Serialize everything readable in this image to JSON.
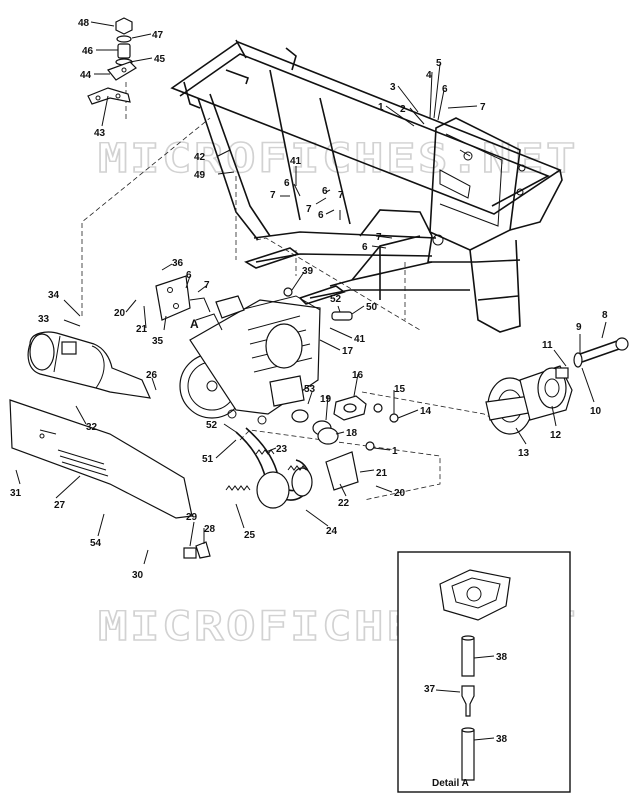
{
  "watermark_top": "MICROFICHES.NET",
  "watermark_bottom": "MICROFICHES.NET",
  "detail_caption": "Detail A",
  "detail_ref": "A",
  "callouts": [
    {
      "id": "c48",
      "label": "48"
    },
    {
      "id": "c47",
      "label": "47"
    },
    {
      "id": "c46",
      "label": "46"
    },
    {
      "id": "c45",
      "label": "45"
    },
    {
      "id": "c44",
      "label": "44"
    },
    {
      "id": "c43",
      "label": "43"
    },
    {
      "id": "c3",
      "label": "3"
    },
    {
      "id": "c4",
      "label": "4"
    },
    {
      "id": "c5",
      "label": "5"
    },
    {
      "id": "c6a",
      "label": "6"
    },
    {
      "id": "c7a",
      "label": "7"
    },
    {
      "id": "c1a",
      "label": "1"
    },
    {
      "id": "c2",
      "label": "2"
    },
    {
      "id": "c42",
      "label": "42"
    },
    {
      "id": "c49",
      "label": "49"
    },
    {
      "id": "c41a",
      "label": "41"
    },
    {
      "id": "c7b",
      "label": "7"
    },
    {
      "id": "c6b",
      "label": "6"
    },
    {
      "id": "c7c",
      "label": "7"
    },
    {
      "id": "c6c",
      "label": "6"
    },
    {
      "id": "c7d",
      "label": "7"
    },
    {
      "id": "c6d",
      "label": "6"
    },
    {
      "id": "c36",
      "label": "36"
    },
    {
      "id": "c6e",
      "label": "6"
    },
    {
      "id": "c7e",
      "label": "7"
    },
    {
      "id": "c39",
      "label": "39"
    },
    {
      "id": "c34",
      "label": "34"
    },
    {
      "id": "c20a",
      "label": "20"
    },
    {
      "id": "c21a",
      "label": "21"
    },
    {
      "id": "c35",
      "label": "35"
    },
    {
      "id": "c33",
      "label": "33"
    },
    {
      "id": "c52a",
      "label": "52"
    },
    {
      "id": "c50",
      "label": "50"
    },
    {
      "id": "c41b",
      "label": "41"
    },
    {
      "id": "c17",
      "label": "17"
    },
    {
      "id": "c26",
      "label": "26"
    },
    {
      "id": "c53",
      "label": "53"
    },
    {
      "id": "c16",
      "label": "16"
    },
    {
      "id": "c15",
      "label": "15"
    },
    {
      "id": "c19",
      "label": "19"
    },
    {
      "id": "c14",
      "label": "14"
    },
    {
      "id": "c18",
      "label": "18"
    },
    {
      "id": "c32",
      "label": "32"
    },
    {
      "id": "c52b",
      "label": "52"
    },
    {
      "id": "c1b",
      "label": "1"
    },
    {
      "id": "c23",
      "label": "23"
    },
    {
      "id": "c51",
      "label": "51"
    },
    {
      "id": "c21b",
      "label": "21"
    },
    {
      "id": "c22",
      "label": "22"
    },
    {
      "id": "c20b",
      "label": "20"
    },
    {
      "id": "c31",
      "label": "31"
    },
    {
      "id": "c27",
      "label": "27"
    },
    {
      "id": "c25",
      "label": "25"
    },
    {
      "id": "c24",
      "label": "24"
    },
    {
      "id": "c29",
      "label": "29"
    },
    {
      "id": "c28",
      "label": "28"
    },
    {
      "id": "c54",
      "label": "54"
    },
    {
      "id": "c30",
      "label": "30"
    },
    {
      "id": "c8",
      "label": "8"
    },
    {
      "id": "c9",
      "label": "9"
    },
    {
      "id": "c11",
      "label": "11"
    },
    {
      "id": "c10",
      "label": "10"
    },
    {
      "id": "c12",
      "label": "12"
    },
    {
      "id": "c13",
      "label": "13"
    },
    {
      "id": "c38a",
      "label": "38"
    },
    {
      "id": "c37",
      "label": "37"
    },
    {
      "id": "c38b",
      "label": "38"
    }
  ]
}
